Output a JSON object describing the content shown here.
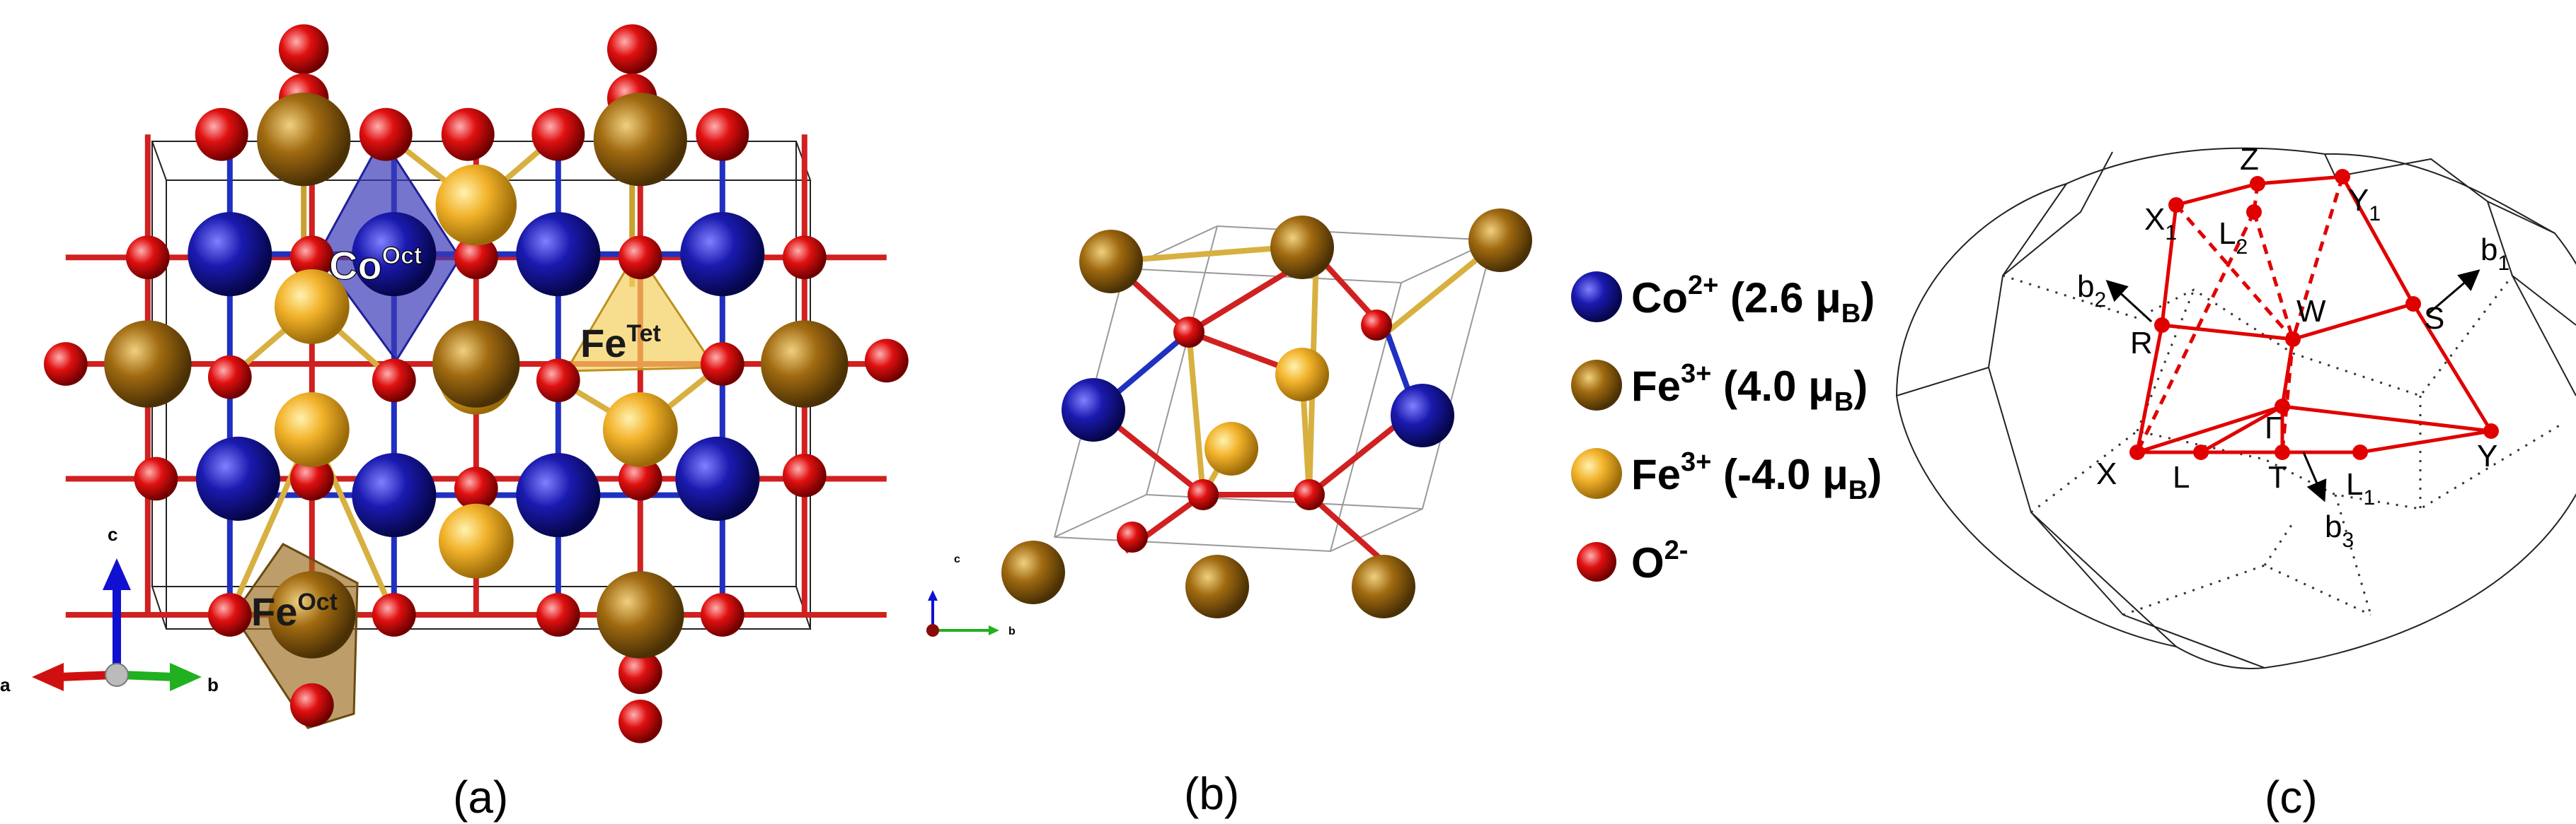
{
  "panels": {
    "a": {
      "caption": "(a)",
      "polyhedra": {
        "co_oct": {
          "base": "Co",
          "sup": "Oct"
        },
        "fe_tet": {
          "base": "Fe",
          "sup": "Tet"
        },
        "fe_oct": {
          "base": "Fe",
          "sup": "Oct"
        }
      },
      "axes": {
        "c": "c",
        "a": "a",
        "b": "b"
      }
    },
    "b": {
      "caption": "(b)",
      "axes": {
        "c": "c",
        "b": "b"
      }
    },
    "legend": [
      {
        "base": "Co",
        "sup": "2+",
        "value": " (2.6 μ",
        "sub": "B",
        "tail": ")",
        "color": "#1a1aa8"
      },
      {
        "base": "Fe",
        "sup": "3+",
        "value": " (4.0 μ",
        "sub": "B",
        "tail": ")",
        "color": "#9b6a12"
      },
      {
        "base": "Fe",
        "sup": "3+",
        "value": " (-4.0 μ",
        "sub": "B",
        "tail": ")",
        "color": "#f0b030"
      },
      {
        "base": "O",
        "sup": "2-",
        "value": "",
        "sub": "",
        "tail": "",
        "color": "#e01010"
      }
    ],
    "c": {
      "caption": "(c)",
      "points": {
        "Z": "Z",
        "X1": "X",
        "X1_sub": "1",
        "Y1": "Y",
        "Y1_sub": "1",
        "L2": "L",
        "L2_sub": "2",
        "b1": "b",
        "b1_sub": "1",
        "b2": "b",
        "b2_sub": "2",
        "R": "R",
        "W": "W",
        "S": "S",
        "Gamma": "Γ",
        "X": "X",
        "L": "L",
        "T": "T",
        "L1": "L",
        "L1_sub": "1",
        "Y": "Y",
        "b3": "b",
        "b3_sub": "3"
      }
    }
  },
  "colors": {
    "co": "#1a1aa8",
    "fe_oct": "#9b6a12",
    "fe_tet": "#f0b030",
    "oxygen": "#e01010",
    "bz_path": "#e00000",
    "axis_a": "#d01010",
    "axis_b": "#20b020",
    "axis_c": "#1010d0"
  }
}
